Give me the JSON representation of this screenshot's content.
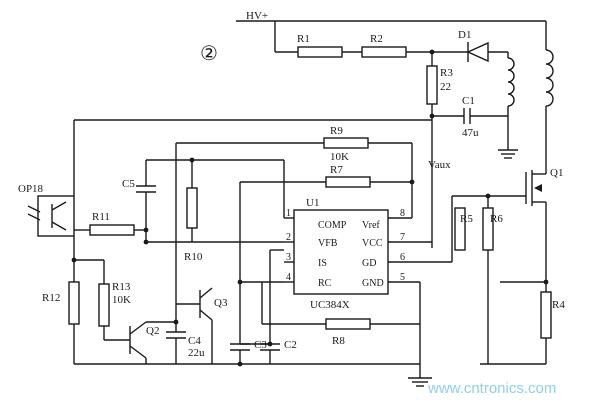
{
  "circle_number": "②",
  "supply": "HV+",
  "watermark": "www.cntronics.com",
  "components": {
    "R1": "R1",
    "R2": "R2",
    "R3": "R3",
    "R3_val": "22",
    "D1": "D1",
    "C1": "C1",
    "C1_val": "47u",
    "R9": "R9",
    "R9_val": "10K",
    "R7": "R7",
    "R8": "R8",
    "C5": "C5",
    "R10": "R10",
    "R11": "R11",
    "R12": "R12",
    "R13": "R13",
    "R13_val": "10K",
    "Q2": "Q2",
    "Q3": "Q3",
    "C4": "C4",
    "C4_val": "22u",
    "C3": "C3",
    "C2": "C2",
    "Q1": "Q1",
    "R4": "R4",
    "R5": "R5",
    "R6": "R6",
    "OP": "OP18",
    "Vaux": "Vaux"
  },
  "ic": {
    "name": "U1",
    "part": "UC384X",
    "left_pins": [
      {
        "num": "1",
        "label": "COMP"
      },
      {
        "num": "2",
        "label": "VFB"
      },
      {
        "num": "3",
        "label": "IS"
      },
      {
        "num": "4",
        "label": "RC"
      }
    ],
    "right_pins": [
      {
        "num": "8",
        "label": "Vref"
      },
      {
        "num": "7",
        "label": "VCC"
      },
      {
        "num": "6",
        "label": "GD"
      },
      {
        "num": "5",
        "label": "GND"
      }
    ]
  }
}
